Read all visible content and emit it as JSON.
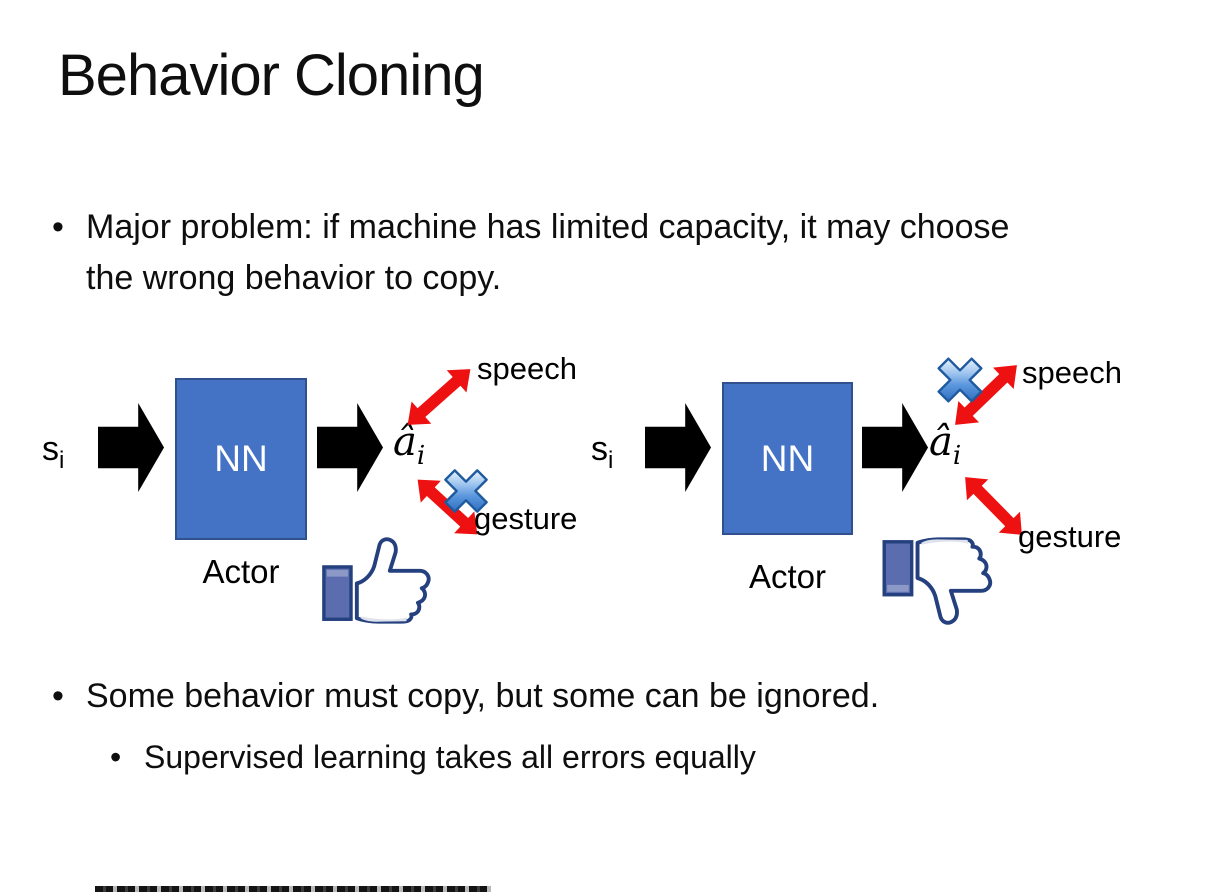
{
  "slide": {
    "title": "Behavior Cloning",
    "bullet_char": "•",
    "bullets": {
      "major_problem": "Major problem: if machine has limited capacity, it may choose the wrong behavior to copy.",
      "some_behavior": "Some behavior must copy, but some can be ignored.",
      "supervised": "Supervised learning takes all errors equally"
    }
  },
  "diagram": {
    "left": {
      "input": {
        "base": "s",
        "sub": "i"
      },
      "nn": "NN",
      "actor": "Actor",
      "output": {
        "base": "â",
        "sub": "i"
      },
      "speech": "speech",
      "gesture": "gesture",
      "crossed_out": "gesture",
      "feedback_icon": "thumbs-up-icon"
    },
    "right": {
      "input": {
        "base": "s",
        "sub": "i"
      },
      "nn": "NN",
      "actor": "Actor",
      "output": {
        "base": "â",
        "sub": "i"
      },
      "speech": "speech",
      "gesture": "gesture",
      "crossed_out": "speech",
      "feedback_icon": "thumbs-down-icon"
    }
  },
  "icons": {
    "flow_arrow": "black-block-arrow-icon",
    "relation_arrow": "red-double-arrow-icon",
    "cross_out": "blue-x-icon"
  },
  "colors": {
    "nn_fill": "#4472C4",
    "nn_border": "#2F528F",
    "flow_arrow_black": "#000000",
    "relation_arrow_red": "#EE1111",
    "cross_blue": "#4A90D9",
    "thumb_outline": "#25407E",
    "thumb_sleeve": "#5B6DAE"
  }
}
